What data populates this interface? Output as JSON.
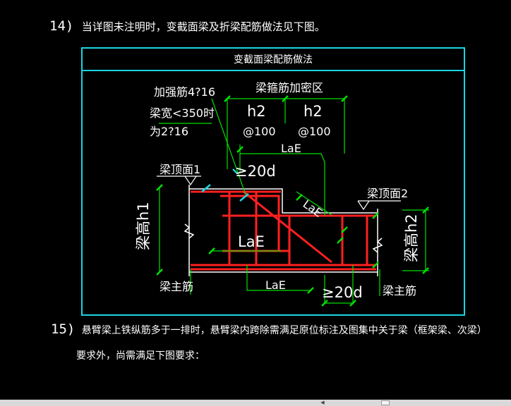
{
  "note14": {
    "num": "14)",
    "text": "当详图未注明时，变截面梁及折梁配筋做法见下图。"
  },
  "frame": {
    "title": "变截面梁配筋做法"
  },
  "labels": {
    "add_bar": "加强筋4?16",
    "beam_width_1": "梁宽<350时",
    "beam_width_2": "为2?16",
    "stirrup_zone": "梁箍筋加密区",
    "h2_a": "h2",
    "h2_b": "h2",
    "spacing_a": "@100",
    "spacing_b": "@100",
    "lae_top": "LaE",
    "ge20d_top": "≥20d",
    "beam_top_1": "梁顶面1",
    "beam_top_2": "梁顶面2",
    "lae_diag": "LaE",
    "beam_height_1": "梁高h1",
    "beam_height_2": "梁高h2",
    "lae_mid": "LaE",
    "lae_bottom": "LaE",
    "ge20d_bottom": "≥20d",
    "main_bar_left": "梁主筋",
    "main_bar_right": "梁主筋"
  },
  "note15": {
    "num": "15)",
    "line1": "悬臂梁上铁纵筋多于一排时，悬臂梁内跨除需满足原位标注及图集中关于梁（框架梁、次梁）",
    "line2": "要求外，尚需满足下图要求："
  },
  "colors": {
    "frame": "#19d5e2",
    "rebar": "#ff2020",
    "dimension": "#00e000",
    "outline": "#ffffff",
    "tick": "#19d5e2"
  }
}
